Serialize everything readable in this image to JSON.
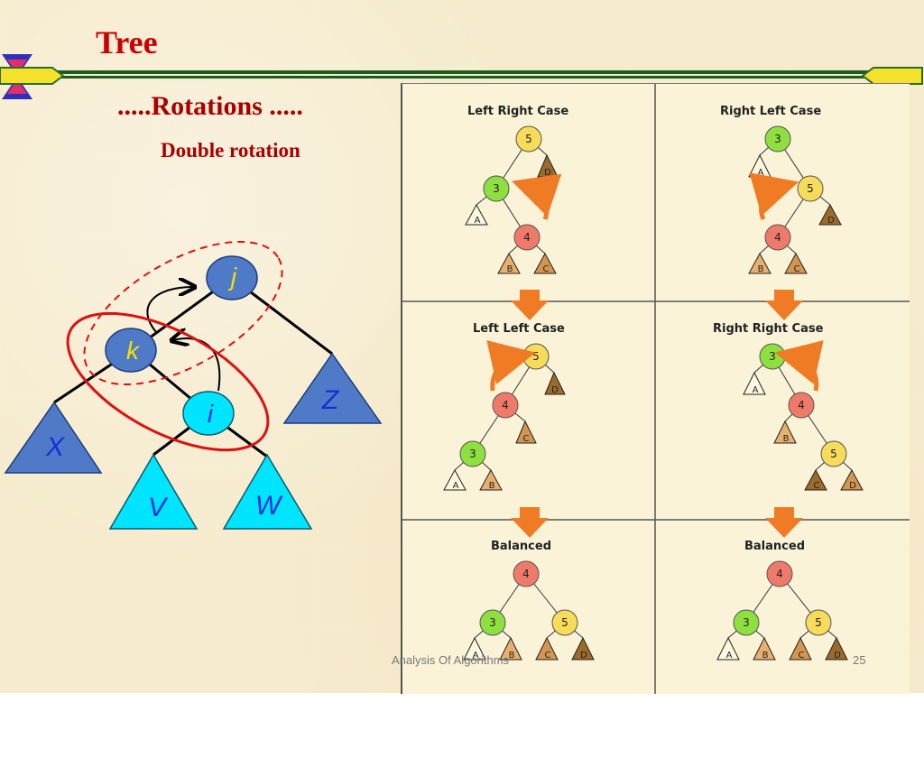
{
  "slide": {
    "title": "Tree",
    "subtitle": ".....Rotations .....",
    "subsubtitle": "Double rotation",
    "footer": "Analysis Of Algorithms",
    "page_number": "25"
  },
  "left_diagram": {
    "nodes": {
      "j": "j",
      "k": "k",
      "i": "i"
    },
    "subtrees": {
      "X": "X",
      "Z": "Z",
      "V": "V",
      "W": "W"
    }
  },
  "grid_panels": {
    "left_right_case": {
      "title": "Left Right Case",
      "nodes": {
        "top": "5",
        "mid": "3",
        "low": "4"
      },
      "subtrees": {
        "d": "D",
        "a": "A",
        "b": "B",
        "c": "C"
      }
    },
    "right_left_case": {
      "title": "Right Left Case",
      "nodes": {
        "top": "3",
        "mid": "5",
        "low": "4"
      },
      "subtrees": {
        "a": "A",
        "d": "D",
        "b": "B",
        "c": "C"
      }
    },
    "left_left_case": {
      "title": "Left Left Case",
      "nodes": {
        "top": "5",
        "mid": "4",
        "low": "3"
      },
      "subtrees": {
        "d": "D",
        "c": "C",
        "a": "A",
        "b": "B"
      }
    },
    "right_right_case": {
      "title": "Right Right Case",
      "nodes": {
        "top": "3",
        "mid": "4",
        "low": "5"
      },
      "subtrees": {
        "a": "A",
        "b": "B",
        "c": "C",
        "d": "D"
      }
    },
    "balanced_left": {
      "title": "Balanced",
      "nodes": {
        "root": "4",
        "left": "3",
        "right": "5"
      },
      "subtrees": {
        "a": "A",
        "b": "B",
        "c": "C",
        "d": "D"
      }
    },
    "balanced_right": {
      "title": "Balanced",
      "nodes": {
        "root": "4",
        "left": "3",
        "right": "5"
      },
      "subtrees": {
        "a": "A",
        "b": "B",
        "c": "C",
        "d": "D"
      }
    }
  },
  "colors": {
    "title_red": "#cc0000",
    "node_blue": "#4f7ac7",
    "node_cyan": "#00e5ff",
    "ellipse_red": "#dd1111",
    "node_green": "#8ee040",
    "node_yellow": "#f6dc5a",
    "node_red": "#f07a6a",
    "arrow_orange": "#f07b25"
  }
}
